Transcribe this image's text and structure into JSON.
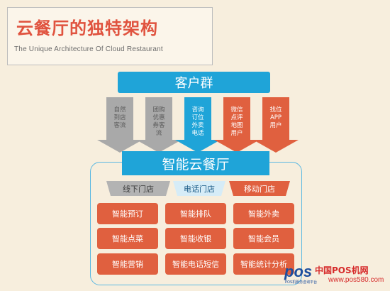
{
  "title": {
    "cn": "云餐厅的独特架构",
    "en": "The Unique Architecture Of Cloud Restaurant"
  },
  "top_bar": "客户群",
  "arrows": [
    {
      "label": "自然\n到店\n客流",
      "color": "gray"
    },
    {
      "label": "团购\n优惠\n券客\n流",
      "color": "gray"
    },
    {
      "label": "咨询\n订位\n外卖\n电话",
      "color": "blue"
    },
    {
      "label": "微信\n点评\n地图\n用户",
      "color": "red"
    },
    {
      "label": "找位\nAPP\n用户",
      "color": "red"
    }
  ],
  "center_bar": "智能云餐厅",
  "tabs": [
    "线下门店",
    "电话门店",
    "移动门店"
  ],
  "tiles": [
    [
      "智能预订",
      "智能排队",
      "智能外卖"
    ],
    [
      "智能点菜",
      "智能收银",
      "智能会员"
    ],
    [
      "智能营销",
      "智能电话短信",
      "智能统计分析"
    ]
  ],
  "watermark": {
    "pos": "pos",
    "sub": "POS机服务咨询平台",
    "cn": "中国POS机网",
    "url": "www.pos580.com"
  },
  "colors": {
    "accent_red": "#e0603f",
    "accent_blue": "#1fa4d8",
    "gray": "#a9a9a9",
    "background": "#f7eedd"
  }
}
